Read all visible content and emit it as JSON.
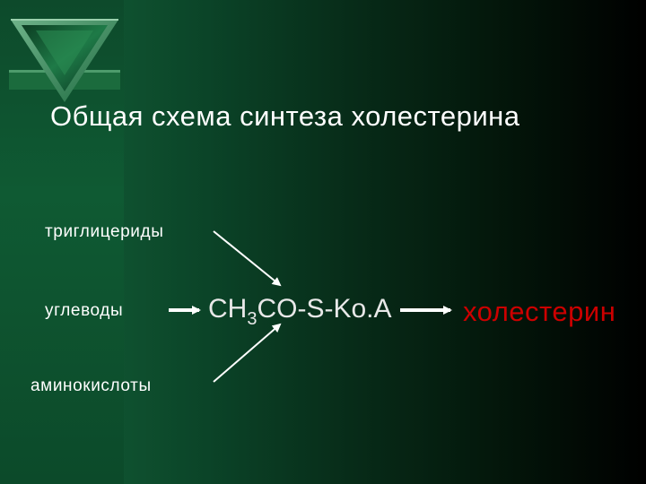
{
  "title": "Общая схема синтеза холестерина",
  "sources": {
    "triglycerides": "триглицериды",
    "carbohydrates": "углеводы",
    "amino_acids": "аминокислоты"
  },
  "intermediate": {
    "part1": "CH",
    "sub1": "3",
    "part2": "CO-S-Ko.A"
  },
  "product": "холестерин",
  "colors": {
    "text": "#ffffff",
    "product": "#cc0000",
    "arrow": "#ffffff"
  },
  "icons": {
    "logo": "green-triangle-emblem-icon"
  }
}
